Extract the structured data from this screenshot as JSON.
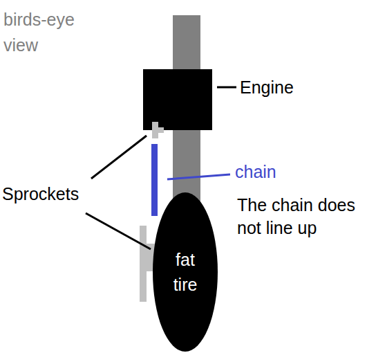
{
  "diagram": {
    "title": "birds-eye view",
    "nodes": [
      {
        "text": [
          "fat tire"
        ]
      }
    ],
    "labels": [
      "Engine",
      "chain",
      "Sprockets",
      "The chain does not line up"
    ]
  }
}
